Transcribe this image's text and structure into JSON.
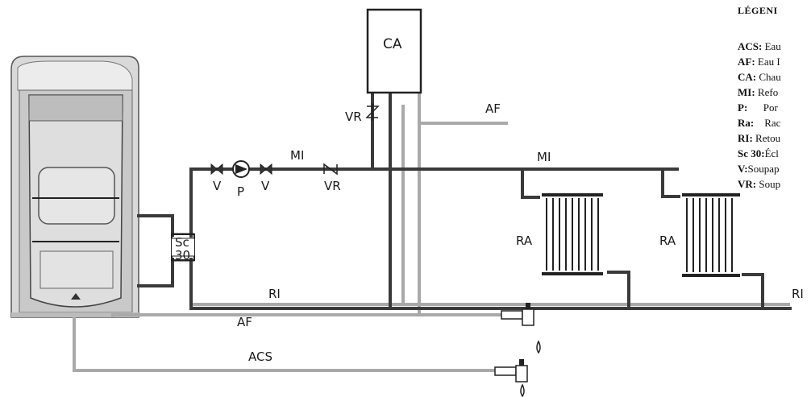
{
  "labels": {
    "ca": "CA",
    "vr_top": "VR",
    "af_top": "AF",
    "mi_left": "MI",
    "mi_right": "MI",
    "v_left": "V",
    "p": "P",
    "v_right": "V",
    "vr_mid": "VR",
    "sc30_top": "Sc",
    "sc30_bottom": "30",
    "ra_left": "RA",
    "ra_right": "RA",
    "ri_mid": "RI",
    "ri_right": "RI",
    "af_bottom": "AF",
    "acs": "ACS"
  },
  "legend": {
    "title": "LÉGENI",
    "items": [
      {
        "key": "ACS:",
        "text": " Eau"
      },
      {
        "key": "AF:",
        "text": " Eau I"
      },
      {
        "key": "CA:",
        "text": " Chau"
      },
      {
        "key": "MI:",
        "text": " Refo"
      },
      {
        "key": "P:",
        "text": "      Por"
      },
      {
        "key": "Ra:",
        "text": "    Rac"
      },
      {
        "key": "RI:",
        "text": " Retou"
      },
      {
        "key": "Sc 30:",
        "text": "Écl"
      },
      {
        "key": "V:",
        "text": "Soupap"
      },
      {
        "key": "VR:",
        "text": " Soup"
      }
    ]
  }
}
